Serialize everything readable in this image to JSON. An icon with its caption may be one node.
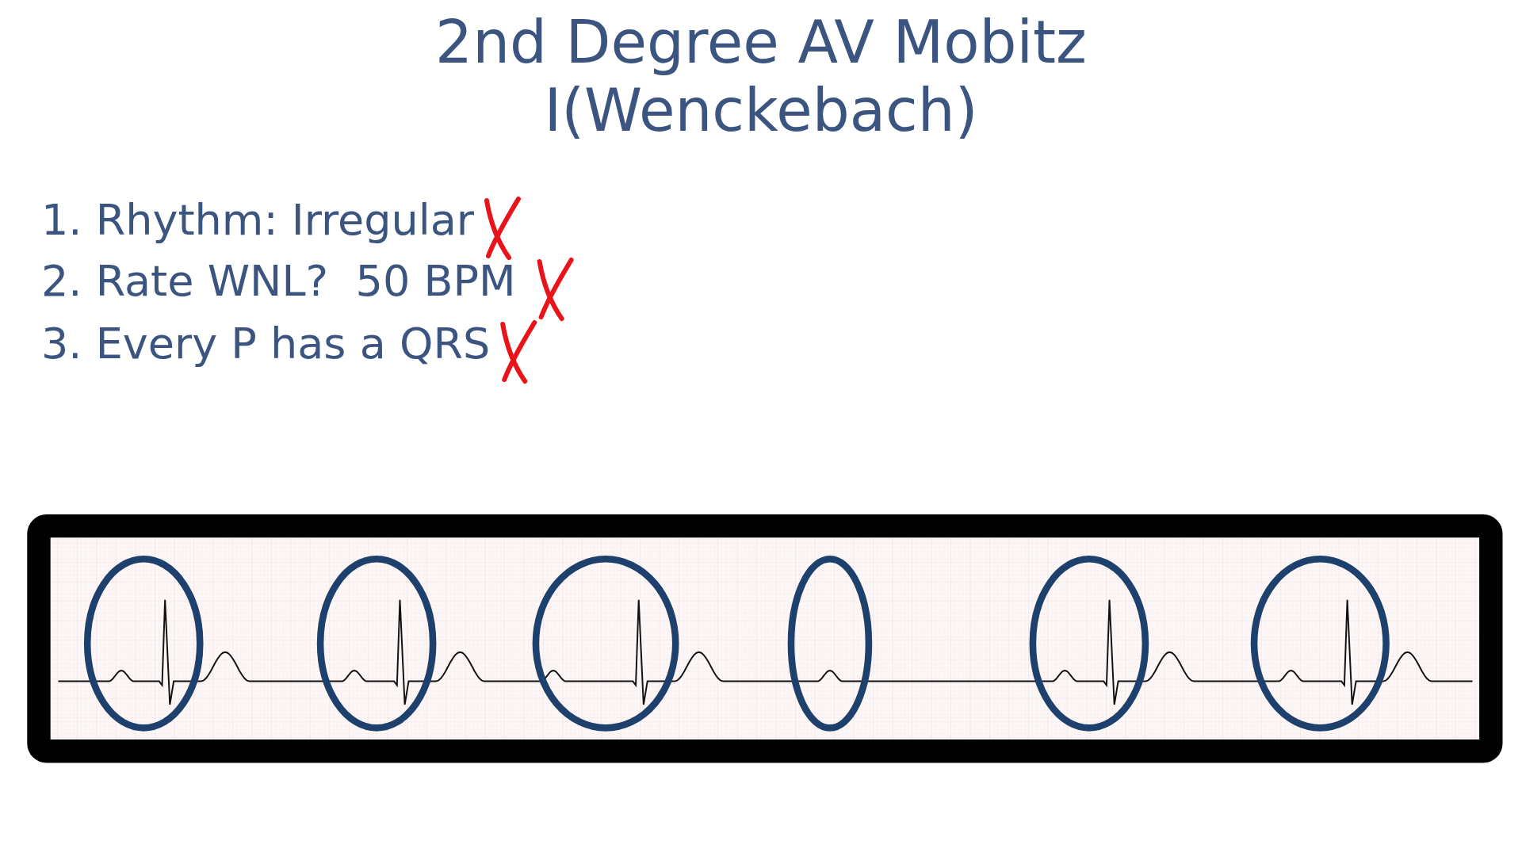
{
  "diagram": {
    "title": "2nd Degree AV Mobitz I(Wenckebach)",
    "labels": [
      "1. Rhythm: Irregular",
      "2. Rate WNL?  50 BPM",
      "3. Every P has a QRS"
    ]
  }
}
